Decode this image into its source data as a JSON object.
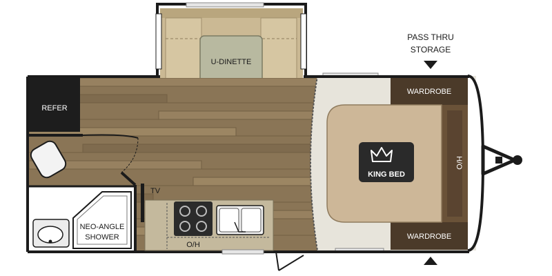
{
  "floorplan": {
    "labels": {
      "dinette": "U-DINETTE",
      "refer": "REFER",
      "tv": "TV",
      "shower_line1": "NEO-ANGLE",
      "shower_line2": "SHOWER",
      "overhead": "O/H",
      "wardrobe_top": "WARDROBE",
      "wardrobe_bottom": "WARDROBE",
      "hanging": "H/O",
      "bed": "KING BED",
      "storage_line1": "PASS THRU",
      "storage_line2": "STORAGE"
    },
    "icons": {
      "bed_logo": "crown-icon",
      "storage_marker": "triangle-marker-icon",
      "hitch": "tongue-hitch-icon"
    },
    "colors": {
      "wall": "#1b1b1b",
      "floor_wood": "#8a7556",
      "cabinet": "#c4b99d",
      "bed_tan": "#cdb798",
      "wardrobe_brown": "#4b3a29",
      "refer_black": "#1d1d1d",
      "dinette_cushion": "#b8b9a0"
    }
  }
}
